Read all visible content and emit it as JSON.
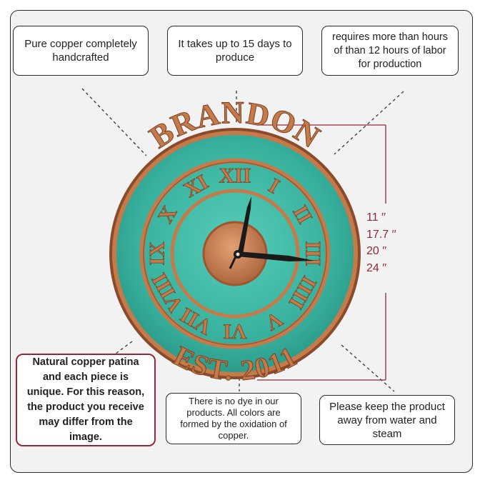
{
  "callouts": {
    "top_left": [
      "Pure copper completely",
      "handcrafted"
    ],
    "top_center": [
      "It takes up to 15 days to",
      "produce"
    ],
    "top_right": [
      "requires more than hours",
      "of than 12 hours of labor",
      "for production"
    ],
    "bottom_left": [
      "Natural copper patina",
      "and each piece is",
      "unique. For this reason,",
      "the product you receive",
      "may differ from the",
      "image."
    ],
    "bottom_center": [
      "There is no dye in our",
      "products. All colors are",
      "formed by the oxidation of",
      "copper."
    ],
    "bottom_right": [
      "Please keep the product",
      "away from water and",
      "steam"
    ]
  },
  "sizes": [
    "11 ′′",
    "17.7 ′′",
    "20 ′′",
    "24 ′′"
  ],
  "clock": {
    "brand": "BRANDON",
    "established": "EST. 2011",
    "numerals": [
      "XII",
      "I",
      "II",
      "III",
      "IIII",
      "V",
      "VI",
      "VII",
      "VIII",
      "IX",
      "X",
      "XI"
    ]
  },
  "colors": {
    "patina": "#3fb9a6",
    "copper": "#c57a4a",
    "accent": "#8e2a3a",
    "background": "#f2f2f2"
  }
}
